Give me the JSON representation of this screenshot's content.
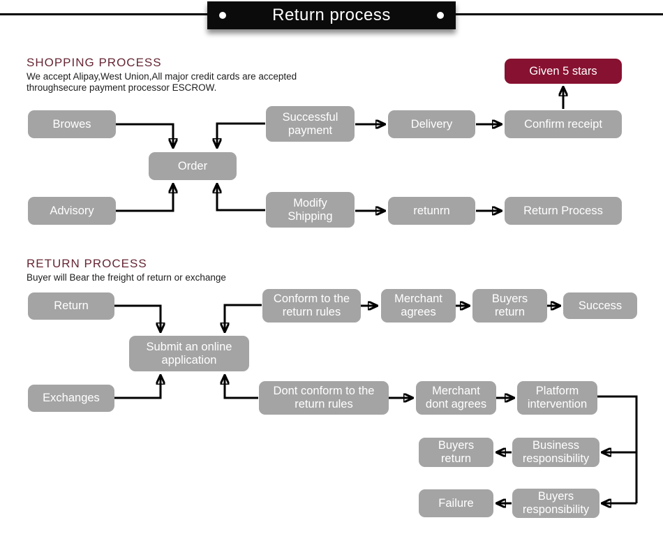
{
  "banner": {
    "title": "Return process"
  },
  "colors": {
    "box_gray": "#a4a4a4",
    "box_red": "#871130",
    "heading_maroon": "#662633",
    "banner_bg": "#0b0b0b",
    "arrow": "#000000"
  },
  "shopping": {
    "heading": "SHOPPING PROCESS",
    "description": [
      "We accept Alipay,West Union,All major credit cards are accepted",
      "throughsecure payment processor ESCROW."
    ],
    "nodes": {
      "browes": "Browes",
      "successful_payment": "Successful payment",
      "delivery": "Delivery",
      "confirm_receipt": "Confirm receipt",
      "given_5_stars": "Given 5 stars",
      "order": "Order",
      "advisory": "Advisory",
      "modify_shipping": "Modify Shipping",
      "retunrn": "retunrn",
      "return_process": "Return Process"
    },
    "edges": [
      {
        "from": "Browes",
        "to": "Order"
      },
      {
        "from": "Successful payment",
        "to": "Order"
      },
      {
        "from": "Successful payment",
        "to": "Delivery"
      },
      {
        "from": "Delivery",
        "to": "Confirm receipt"
      },
      {
        "from": "Confirm receipt",
        "to": "Given 5 stars"
      },
      {
        "from": "Advisory",
        "to": "Order"
      },
      {
        "from": "Modify Shipping",
        "to": "Order"
      },
      {
        "from": "Modify Shipping",
        "to": "retunrn"
      },
      {
        "from": "retunrn",
        "to": "Return Process"
      }
    ]
  },
  "returns": {
    "heading": "RETURN PROCESS",
    "description": "Buyer will Bear the freight of return or exchange",
    "nodes": {
      "return": "Return",
      "conform_rules": "Conform to the return rules",
      "merchant_agrees": "Merchant agrees",
      "buyers_return_top": "Buyers return",
      "success": "Success",
      "submit_application": "Submit an online application",
      "exchanges": "Exchanges",
      "dont_conform_rules": "Dont conform to the return rules",
      "merchant_dont_agrees": "Merchant dont agrees",
      "platform_intervention": "Platform intervention",
      "buyers_return_bottom": "Buyers return",
      "business_responsibility": "Business responsibility",
      "failure": "Failure",
      "buyers_responsibility": "Buyers responsibility"
    },
    "edges": [
      {
        "from": "Return",
        "to": "Submit an online application"
      },
      {
        "from": "Conform to the return rules",
        "to": "Submit an online application"
      },
      {
        "from": "Conform to the return rules",
        "to": "Merchant agrees"
      },
      {
        "from": "Merchant agrees",
        "to": "Buyers return"
      },
      {
        "from": "Buyers return",
        "to": "Success"
      },
      {
        "from": "Exchanges",
        "to": "Submit an online application"
      },
      {
        "from": "Dont conform to the return rules",
        "to": "Submit an online application"
      },
      {
        "from": "Dont conform to the return rules",
        "to": "Merchant dont agrees"
      },
      {
        "from": "Merchant dont agrees",
        "to": "Platform intervention"
      },
      {
        "from": "Platform intervention",
        "to": "Business responsibility"
      },
      {
        "from": "Platform intervention",
        "to": "Buyers responsibility"
      },
      {
        "from": "Business responsibility",
        "to": "Buyers return"
      },
      {
        "from": "Buyers responsibility",
        "to": "Failure"
      }
    ]
  }
}
